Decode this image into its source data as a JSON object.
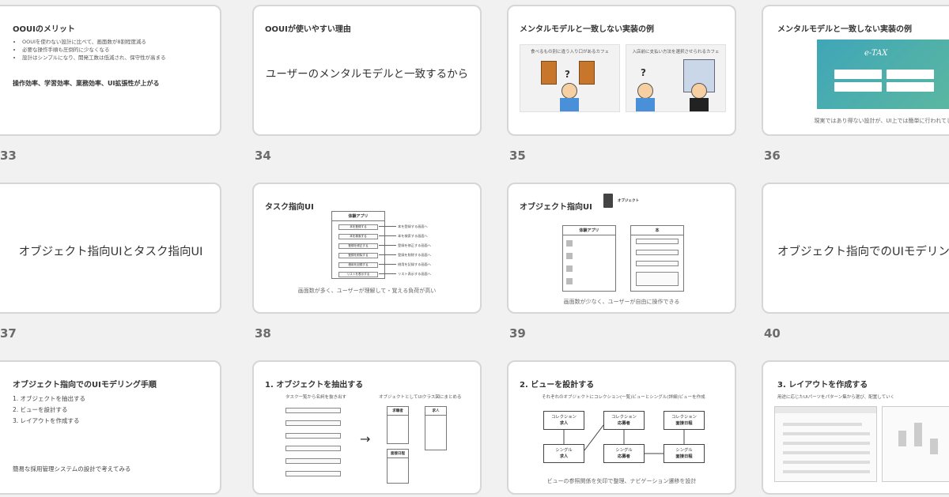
{
  "slides": [
    {
      "num": "33",
      "title": "OOUIのメリット",
      "bullets": [
        "OOUIを使わない設計に比べて、画面数が8割程度減る",
        "必要な操作手順も圧倒的に少なくなる",
        "設計はシンプルになり、開発工数は低減され、保守性が高まる"
      ],
      "bold": "操作効率、学習効率、業務効率、UI拡張性が上がる"
    },
    {
      "num": "34",
      "title": "OOUIが使いやすい理由",
      "center": "ユーザーのメンタルモデルと一致するから"
    },
    {
      "num": "35",
      "title": "メンタルモデルと一致しない実装の例",
      "panel1": "食べるもの別に違う入り口があるカフェ",
      "panel2": "入店前に支払い方法を選択させられるカフェ"
    },
    {
      "num": "36",
      "title": "メンタルモデルと一致しない実装の例",
      "screen_logo": "e-TAX",
      "caption": "現実ではあり得ない設計が、UI上では簡単に行われてしま"
    },
    {
      "num": "37",
      "center": "オブジェクト指向UIとタスク指向UI"
    },
    {
      "num": "38",
      "title": "タスク指向UI",
      "app": "体験アプリ",
      "tasks": [
        "本を登録する",
        "本を検索する",
        "登録を修正する",
        "登録を削除する",
        "借用を記録する",
        "リストを表示する"
      ],
      "task_links": [
        "本を登録する画面へ",
        "本を検索する画面へ",
        "登録を修正する画面へ",
        "登録を削除する画面へ",
        "借用を記録する画面へ",
        "リスト表示する画面へ"
      ],
      "caption": "画面数が多く、ユーザーが理解して・覚える負荷が高い"
    },
    {
      "num": "39",
      "title": "オブジェクト指向UI",
      "object_label": "オブジェクト",
      "app": "体験アプリ",
      "detail": "本",
      "caption": "画面数が少なく、ユーザーが自由に操作できる"
    },
    {
      "num": "40",
      "center": "オブジェクト指向でのUIモデリング"
    },
    {
      "num": "",
      "title": "オブジェクト指向でのUIモデリング手順",
      "steps": [
        "1. オブジェクトを抽出する",
        "2. ビューを設計する",
        "3. レイアウトを作成する"
      ],
      "note": "簡易な採用管理システムの設計で考えてみる"
    },
    {
      "num": "",
      "title": "1. オブジェクトを抽出する",
      "sub1": "タスク一覧から名詞を抜き出す",
      "sub2": "オブジェクトとしてUIクラス図にまとめる",
      "class1": "求職者",
      "class2": "求人",
      "class3": "面接日程"
    },
    {
      "num": "",
      "title": "2. ビューを設計する",
      "sub": "それぞれのオブジェクトにコレクション(一覧)ビューとシングル(詳細)ビューを作成",
      "boxes": [
        {
          "kind": "コレクション",
          "name": "求人"
        },
        {
          "kind": "コレクション",
          "name": "応募者"
        },
        {
          "kind": "コレクション",
          "name": "面接日程"
        },
        {
          "kind": "シングル",
          "name": "求人"
        },
        {
          "kind": "シングル",
          "name": "応募者"
        },
        {
          "kind": "シングル",
          "name": "面接日程"
        }
      ],
      "caption": "ビューの参照関係を矢印で整理、ナビゲーション遷移を設計"
    },
    {
      "num": "",
      "title": "3. レイアウトを作成する",
      "sub": "用途に応じたUIパーツをパターン集から選び、配置していく"
    }
  ],
  "colors": {
    "bg": "#f1f1f1",
    "slide": "#ffffff",
    "border": "#d6d6d6",
    "num": "#6b6b6b",
    "teal": "#3fa6b8"
  }
}
